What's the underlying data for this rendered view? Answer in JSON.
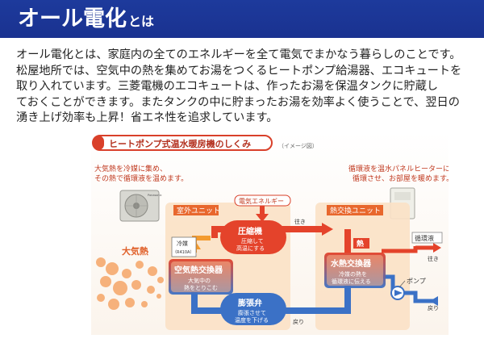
{
  "header": {
    "title_main": "オール電化",
    "title_suffix": "とは"
  },
  "intro_lines": [
    "オール電化とは、家庭内の全てのエネルギーを全て電気でまかなう暮らしのことです。",
    "松屋地所では、空気中の熱を集めてお湯をつくるヒートポンプ給湯器、エコキュートを",
    "取り入れています。三菱電機のエコキュートは、作ったお湯を保温タンクに貯蔵し",
    "ておくことができます。またタンクの中に貯まったお湯を効率よく使うことで、翌日の",
    "湧き上げ効率も上昇！省エネ性を追求しています。"
  ],
  "diagram": {
    "title": "ヒートポンプ式温水暖房機のしくみ",
    "image_note": "（イメージ図）",
    "left_caption_1": "大気熱を冷媒に集め、",
    "left_caption_2": "その熱で循環液を温めます。",
    "right_caption_1": "循環液を温水パネルヒーターに",
    "right_caption_2": "循環させ、お部屋を暖めます。",
    "outdoor_label": "室外ユニット",
    "indoor_label": "熱交換ユニット",
    "electric_label": "電気エネルギー",
    "atmos_label": "大気熱",
    "compressor_title": "圧縮機",
    "compressor_desc_1": "圧縮して",
    "compressor_desc_2": "高温にする",
    "air_hx_title": "空気熱交換器",
    "air_hx_desc_1": "大気中の",
    "air_hx_desc_2": "熱をとりこむ",
    "refrigerant_label": "冷媒",
    "refrigerant_sub": "（R410A）",
    "valve_title": "膨張弁",
    "valve_desc_1": "膨張させて",
    "valve_desc_2": "温度を下げる",
    "water_hx_title": "水熱交換器",
    "water_hx_desc_1": "冷媒の熱を",
    "water_hx_desc_2": "循環液に伝える",
    "heat_label": "熱",
    "fluid_label": "循環液",
    "pump_label": "ポンプ",
    "go_label_1": "往き",
    "go_label_2": "往き",
    "return_label_1": "戻り",
    "return_label_2": "戻り",
    "outdoor_brand": "Panasonic"
  }
}
